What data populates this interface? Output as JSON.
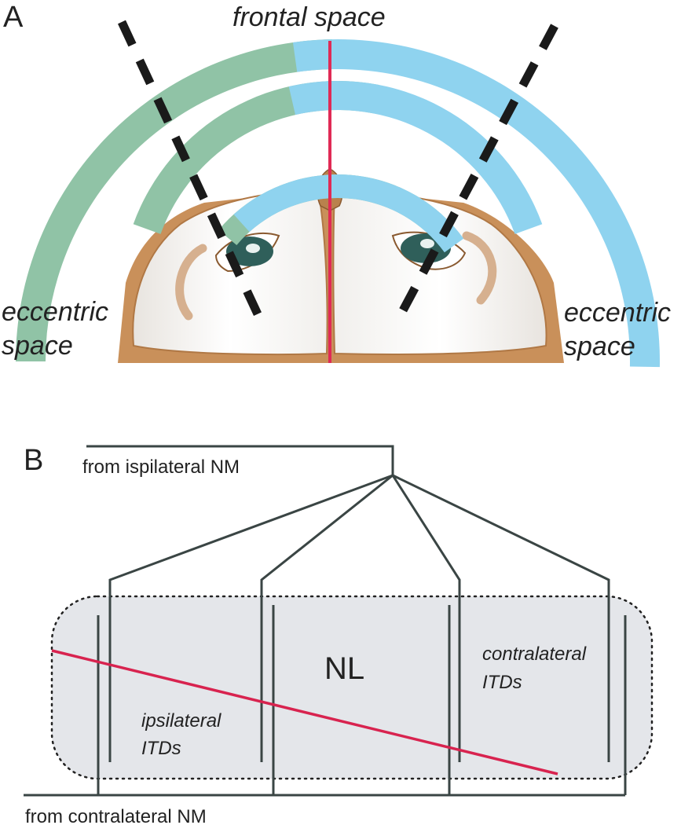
{
  "panel_a": {
    "letter": "A",
    "frontal_label": "frontal space",
    "eccentric_left": [
      "eccentric",
      "space"
    ],
    "eccentric_right": [
      "eccentric",
      "space"
    ],
    "colors": {
      "green_band": "#90c3a6",
      "blue_band": "#8fd3ef",
      "midline": "#e02a55",
      "dashed_axis": "#1a1a1a",
      "facial_disk": "#f4f4f2",
      "plumage": "#c48a55",
      "eye": "#2f5f5a"
    }
  },
  "panel_b": {
    "letter": "B",
    "ipsi_input_label": "from ispilateral NM",
    "contra_input_label": "from contralateral NM",
    "nucleus_label": "NL",
    "ipsi_itd_label": [
      "ipsilateral",
      "ITDs"
    ],
    "contra_itd_label": [
      "contralateral",
      "ITDs"
    ],
    "colors": {
      "nucleus_fill": "#e4e6ea",
      "axon": "#3a4544",
      "itd_line": "#d8234f"
    }
  }
}
